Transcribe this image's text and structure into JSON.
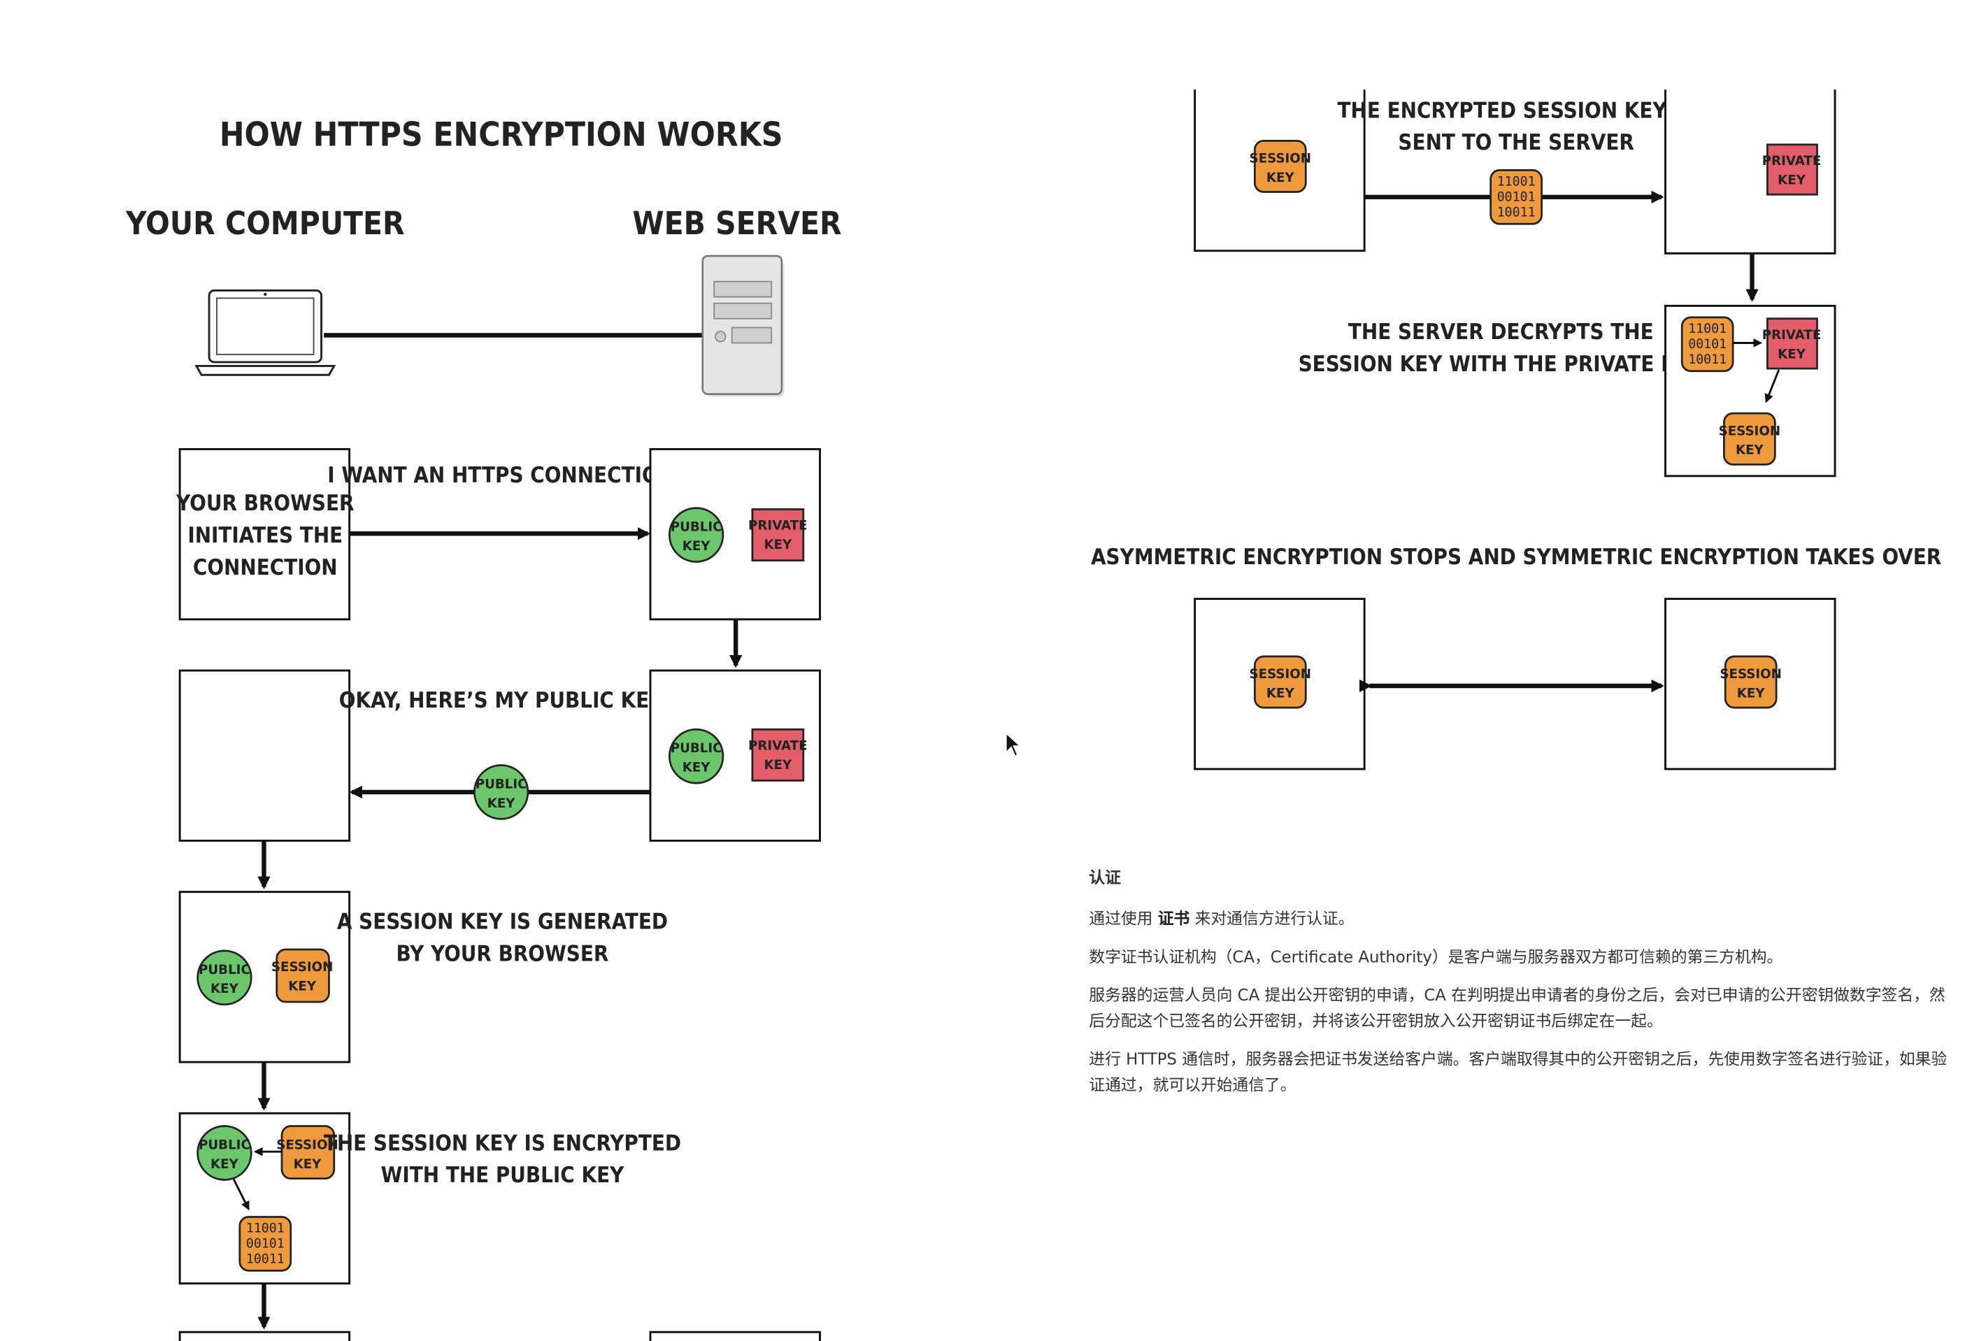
{
  "diagram": {
    "title": "HOW HTTPS ENCRYPTION WORKS",
    "left_column": "YOUR COMPUTER",
    "right_column": "WEB SERVER",
    "key_labels": {
      "public_1": "PUBLIC",
      "public_2": "KEY",
      "private_1": "PRIVATE",
      "private_2": "KEY",
      "session_1": "SESSION",
      "session_2": "KEY"
    },
    "cipher_bits": [
      "11001",
      "00101",
      "10011"
    ],
    "steps": {
      "step1_box": [
        "YOUR BROWSER",
        "INITIATES THE",
        "CONNECTION"
      ],
      "step1": "I WANT AN HTTPS CONNECTION",
      "step2": "OKAY, HERE’S MY PUBLIC KEY",
      "step3": [
        "A SESSION KEY IS GENERATED",
        "BY YOUR BROWSER"
      ],
      "step4": [
        "THE SESSION KEY IS ENCRYPTED",
        "WITH THE PUBLIC KEY"
      ],
      "step5": [
        "THE ENCRYPTED SESSION KEY IS",
        "SENT TO THE SERVER"
      ],
      "step6": [
        "THE SERVER DECRYPTS THE",
        "SESSION KEY WITH THE PRIVATE KEY"
      ],
      "step7": "ASYMMETRIC ENCRYPTION STOPS AND SYMMETRIC ENCRYPTION TAKES OVER"
    },
    "colors": {
      "public_key": "#6cc66c",
      "session_key": "#ef9a3c",
      "private_key": "#e35d6a"
    }
  },
  "notes": {
    "heading": "认证",
    "p1_before": "通过使用 ",
    "p1_bold": "证书",
    "p1_after": " 来对通信方进行认证。",
    "p2": "数字证书认证机构（CA，Certificate Authority）是客户端与服务器双方都可信赖的第三方机构。",
    "p3": "服务器的运营人员向 CA 提出公开密钥的申请，CA 在判明提出申请者的身份之后，会对已申请的公开密钥做数字签名，然后分配这个已签名的公开密钥，并将该公开密钥放入公开密钥证书后绑定在一起。",
    "p4": "进行 HTTPS 通信时，服务器会把证书发送给客户端。客户端取得其中的公开密钥之后，先使用数字签名进行验证，如果验证通过，就可以开始通信了。"
  }
}
